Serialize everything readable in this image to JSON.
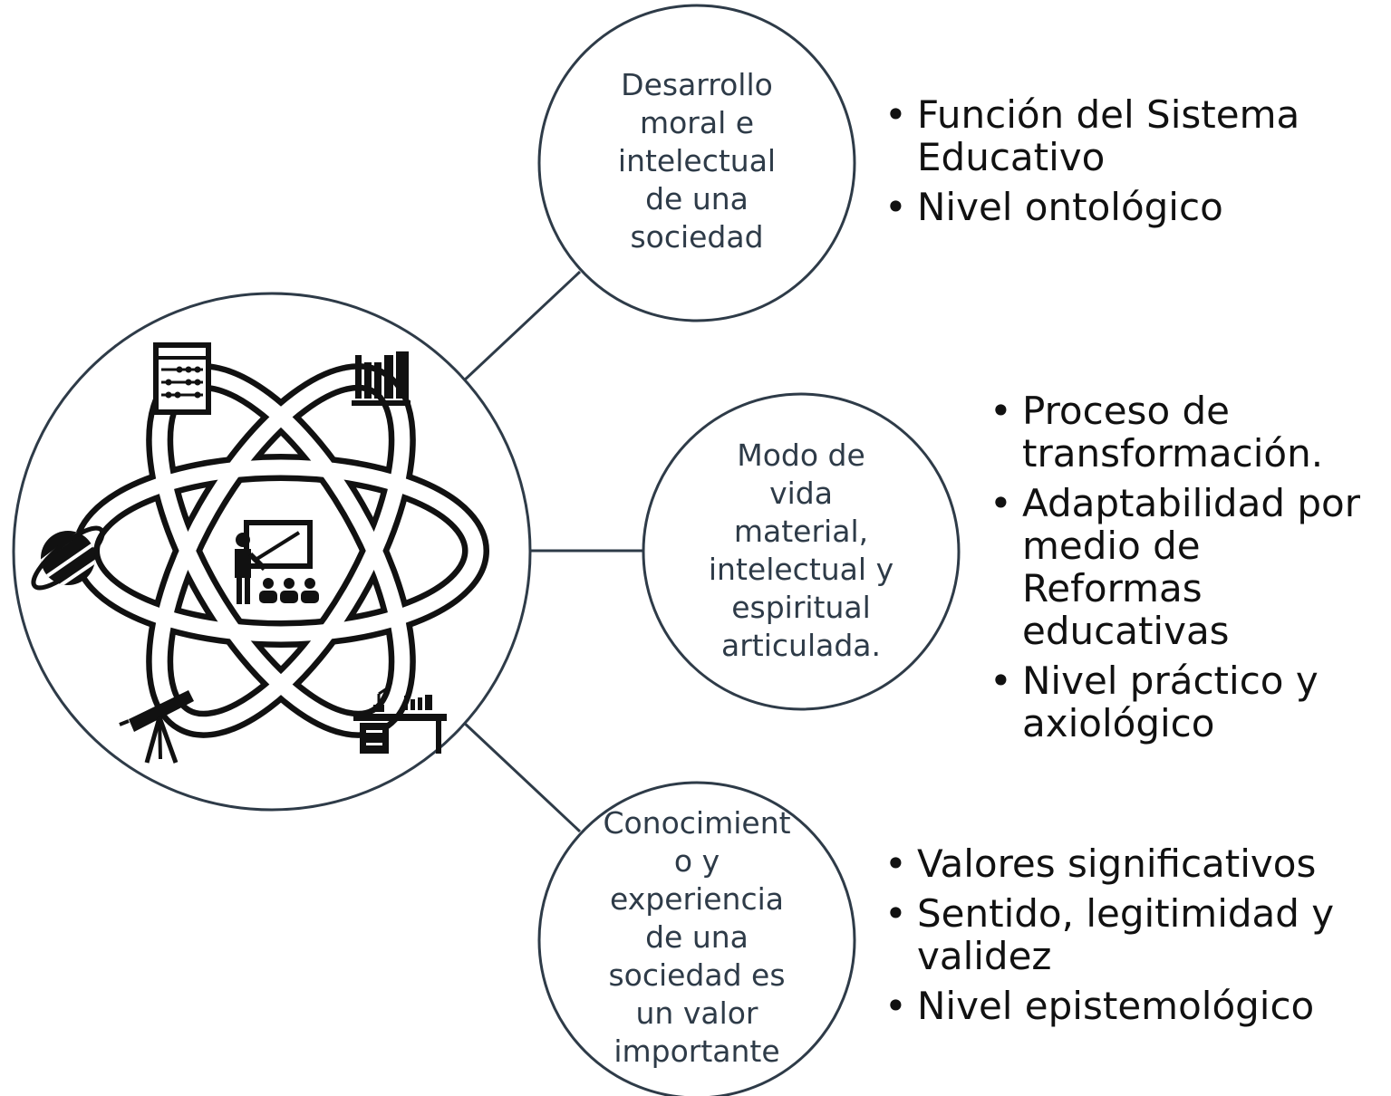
{
  "nodes": [
    {
      "id": "top",
      "text": "Desarrollo\nmoral e\nintelectual\nde una\nsociedad",
      "bullets": [
        "Función del Sistema Educativo",
        "Nivel ontológico"
      ]
    },
    {
      "id": "middle",
      "text": "Modo de\nvida\nmaterial,\nintelectual y\nespiritual\narticulada.",
      "bullets": [
        "Proceso de transformación.",
        "Adaptabilidad por medio de Reformas educativas",
        "Nivel práctico y axiológico"
      ]
    },
    {
      "id": "bottom",
      "text": "Conocimient\no y\nexperiencia\nde una\nsociedad es\nun valor\nimportante",
      "bullets": [
        "Valores significativos",
        "Sentido, legitimidad y validez",
        "Nivel epistemológico"
      ]
    }
  ],
  "central_icons": [
    "atom-icon",
    "abacus-icon",
    "books-icon",
    "planet-icon",
    "telescope-icon",
    "desk-icon",
    "teacher-icon"
  ],
  "colors": {
    "stroke": "#2e3b48",
    "icon": "#111111"
  }
}
